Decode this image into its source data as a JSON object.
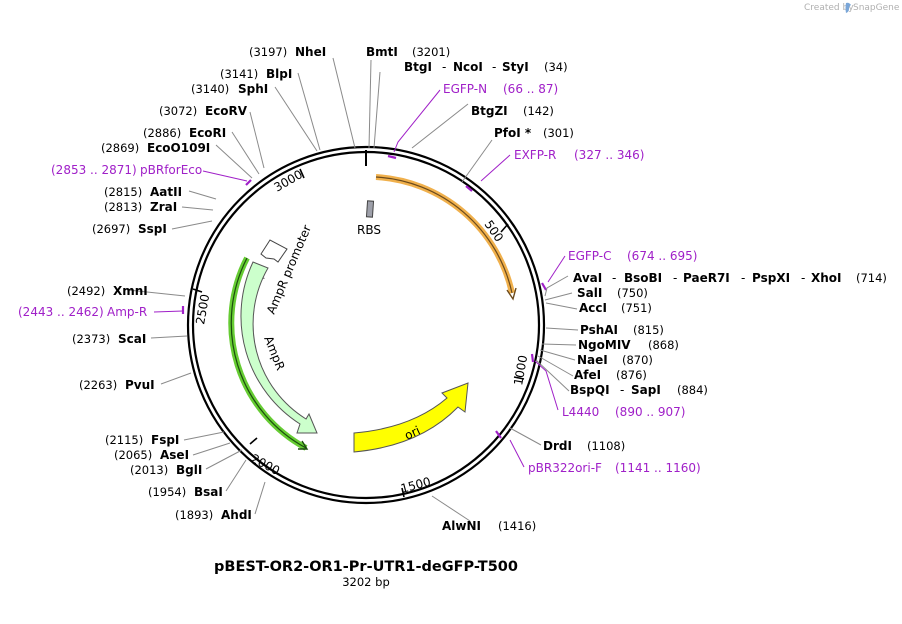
{
  "brand": {
    "created_by": "Created by",
    "app_name": "SnapGene"
  },
  "plasmid": {
    "name": "pBEST-OR2-OR1-Pr-UTR1-deGFP-T500",
    "length_label": "3202 bp"
  },
  "colors": {
    "primer": "#a020c8",
    "promoter_fill": "#ffffff",
    "ampr_fill": "#ccffcc",
    "ori_fill": "#ffff00",
    "orange_arc": "#f0b04c",
    "green_arc": "#66cc33",
    "rbs_fill": "#9ea0aa"
  },
  "ticks": [
    "500",
    "1000",
    "1500",
    "2000",
    "2500",
    "3000"
  ],
  "features": {
    "rbs": "RBS",
    "ampr_promoter": "AmpR promoter",
    "ampr": "AmpR",
    "ori": "ori"
  },
  "sites": {
    "nhei": {
      "pos": "(3197)",
      "name": "NheI"
    },
    "bmti": {
      "name": "BmtI",
      "pos": "(3201)"
    },
    "btgi": {
      "name": "BtgI",
      "sep1": "-",
      "name2": "NcoI",
      "sep2": "-",
      "name3": "StyI",
      "pos": "(34)"
    },
    "egfp_n": {
      "name": "EGFP-N",
      "range": "(66 .. 87)"
    },
    "btgzi": {
      "name": "BtgZI",
      "pos": "(142)"
    },
    "pfoi": {
      "name": "PfoI *",
      "pos": "(301)"
    },
    "exfp_r": {
      "name": "EXFP-R",
      "range": "(327 .. 346)"
    },
    "egfp_c": {
      "name": "EGFP-C",
      "range": "(674 .. 695)"
    },
    "avai": {
      "name": "AvaI",
      "sep1": "-",
      "name2": "BsoBI",
      "sep2": "-",
      "name3": "PaeR7I",
      "sep3": "-",
      "name4": "PspXI",
      "sep4": "-",
      "name5": "XhoI",
      "pos": "(714)"
    },
    "sali": {
      "name": "SalI",
      "pos": "(750)"
    },
    "acci": {
      "name": "AccI",
      "pos": "(751)"
    },
    "pshai": {
      "name": "PshAI",
      "pos": "(815)"
    },
    "ngomiv": {
      "name": "NgoMIV",
      "pos": "(868)"
    },
    "naei": {
      "name": "NaeI",
      "pos": "(870)"
    },
    "afei": {
      "name": "AfeI",
      "pos": "(876)"
    },
    "bspqi": {
      "name": "BspQI",
      "sep": "-",
      "name2": "SapI",
      "pos": "(884)"
    },
    "l4440": {
      "name": "L4440",
      "range": "(890 .. 907)"
    },
    "drdi": {
      "name": "DrdI",
      "pos": "(1108)"
    },
    "pbr322ori_f": {
      "name": "pBR322ori-F",
      "range": "(1141 .. 1160)"
    },
    "alwni": {
      "name": "AlwNI",
      "pos": "(1416)"
    },
    "ahdi": {
      "pos": "(1893)",
      "name": "AhdI"
    },
    "bsai": {
      "pos": "(1954)",
      "name": "BsaI"
    },
    "bgli": {
      "pos": "(2013)",
      "name": "BglI"
    },
    "asei": {
      "pos": "(2065)",
      "name": "AseI"
    },
    "fspi": {
      "pos": "(2115)",
      "name": "FspI"
    },
    "pvui": {
      "pos": "(2263)",
      "name": "PvuI"
    },
    "scai": {
      "pos": "(2373)",
      "name": "ScaI"
    },
    "amp_r": {
      "range": "(2443 .. 2462)",
      "name": "Amp-R"
    },
    "xmni": {
      "pos": "(2492)",
      "name": "XmnI"
    },
    "sspi": {
      "pos": "(2697)",
      "name": "SspI"
    },
    "zrai": {
      "pos": "(2813)",
      "name": "ZraI"
    },
    "aatii": {
      "pos": "(2815)",
      "name": "AatII"
    },
    "pbrforeco": {
      "range": "(2853 .. 2871)",
      "name": "pBRforEco"
    },
    "ecoo109i": {
      "pos": "(2869)",
      "name": "EcoO109I"
    },
    "ecori": {
      "pos": "(2886)",
      "name": "EcoRI"
    },
    "ecorv": {
      "pos": "(3072)",
      "name": "EcoRV"
    },
    "sphi": {
      "pos": "(3140)",
      "name": "SphI"
    },
    "blpi": {
      "pos": "(3141)",
      "name": "BlpI"
    }
  }
}
